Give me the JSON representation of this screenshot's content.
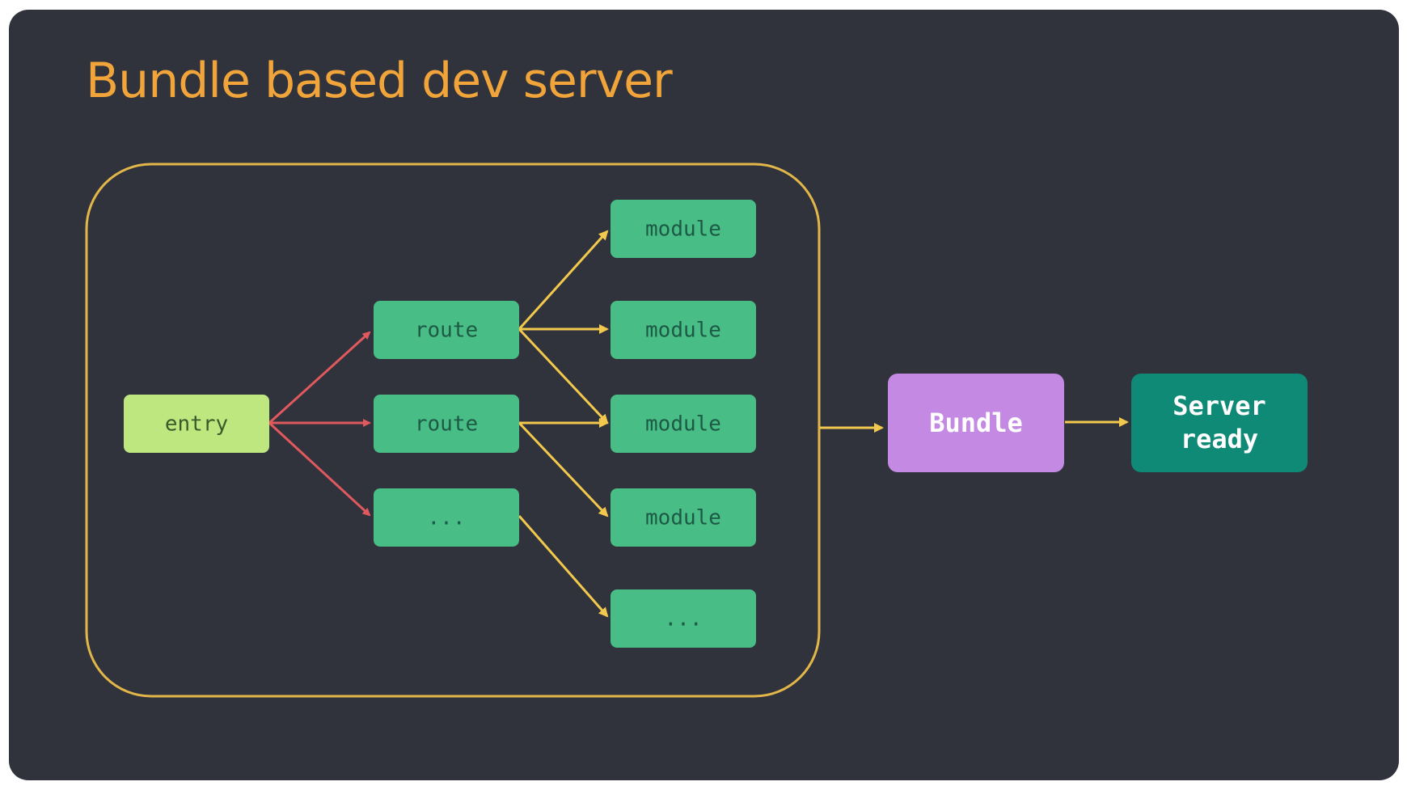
{
  "title": "Bundle based dev server",
  "colors": {
    "background": "#30333c",
    "title": "#f0a43a",
    "container_border": "#e3b64a",
    "entry_fill": "#bfe77f",
    "entry_text": "#3b5a2a",
    "route_fill": "#48bd85",
    "route_text": "#1d5a46",
    "module_fill": "#48bd85",
    "module_text": "#1d5a46",
    "bundle_fill": "#c48ae3",
    "bundle_text": "#ffffff",
    "server_fill": "#0f8a76",
    "server_text": "#ffffff",
    "arrow_red": "#e0595e",
    "arrow_yellow": "#f2c94c"
  },
  "nodes": {
    "entry": "entry",
    "routes": [
      "route",
      "route",
      "..."
    ],
    "modules": [
      "module",
      "module",
      "module",
      "module",
      "..."
    ],
    "bundle": "Bundle",
    "server_ready": [
      "Server",
      "ready"
    ]
  }
}
